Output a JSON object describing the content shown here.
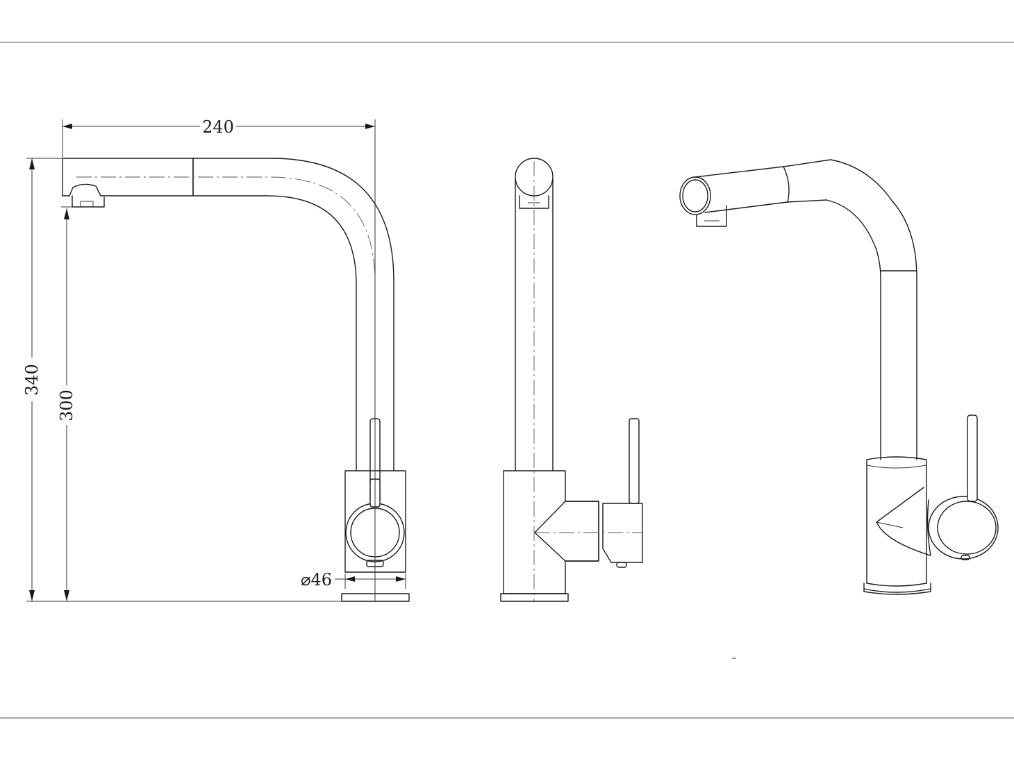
{
  "colors": {
    "line": "#1a1a1a",
    "frame": "#8a8a8a",
    "background": "#ffffff"
  },
  "dimensions": {
    "width_240": "240",
    "height_340": "340",
    "height_300": "300",
    "diameter_46": "⌀46"
  }
}
